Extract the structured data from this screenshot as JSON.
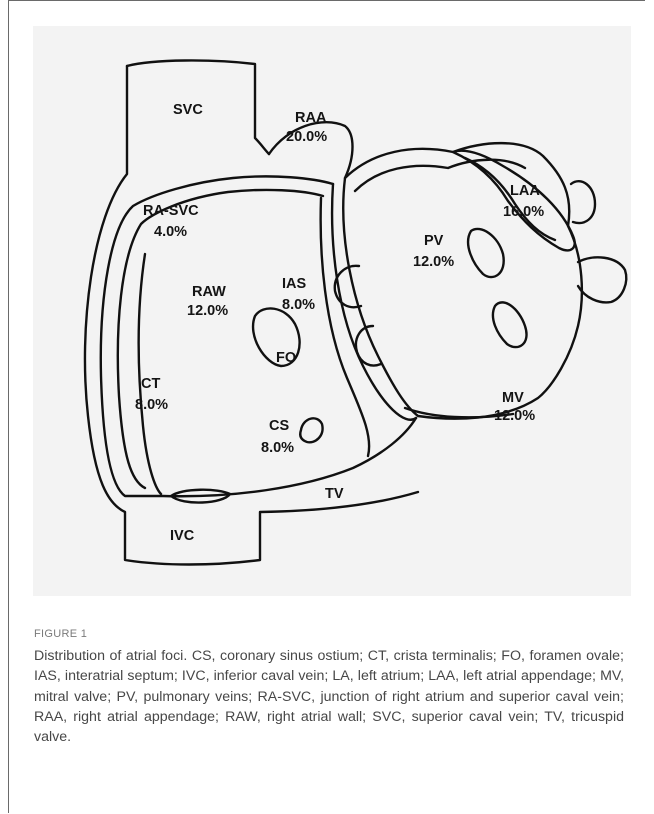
{
  "figure": {
    "label": "FIGURE 1",
    "caption": "Distribution of atrial foci. CS, coronary sinus ostium; CT, crista terminalis; FO, foramen ovale; IAS, interatrial septum; IVC, inferior caval vein; LA, left atrium; LAA, left atrial appendage; MV, mitral valve; PV, pulmonary veins; RA-SVC, junction of right atrium and superior caval vein; RAA, right atrial appendage; RAW, right atrial wall; SVC, superior caval vein; TV, tricuspid valve."
  },
  "labels": {
    "svc": "SVC",
    "raa": "RAA",
    "raa_pct": "20.0%",
    "ra_svc": "RA-SVC",
    "ra_svc_pct": "4.0%",
    "laa": "LAA",
    "laa_pct": "16.0%",
    "pv": "PV",
    "pv_pct": "12.0%",
    "raw": "RAW",
    "raw_pct": "12.0%",
    "ias": "IAS",
    "ias_pct": "8.0%",
    "fo": "FO",
    "ct": "CT",
    "ct_pct": "8.0%",
    "cs": "CS",
    "cs_pct": "8.0%",
    "mv": "MV",
    "mv_pct": "12.0%",
    "tv": "TV",
    "ivc": "IVC"
  }
}
